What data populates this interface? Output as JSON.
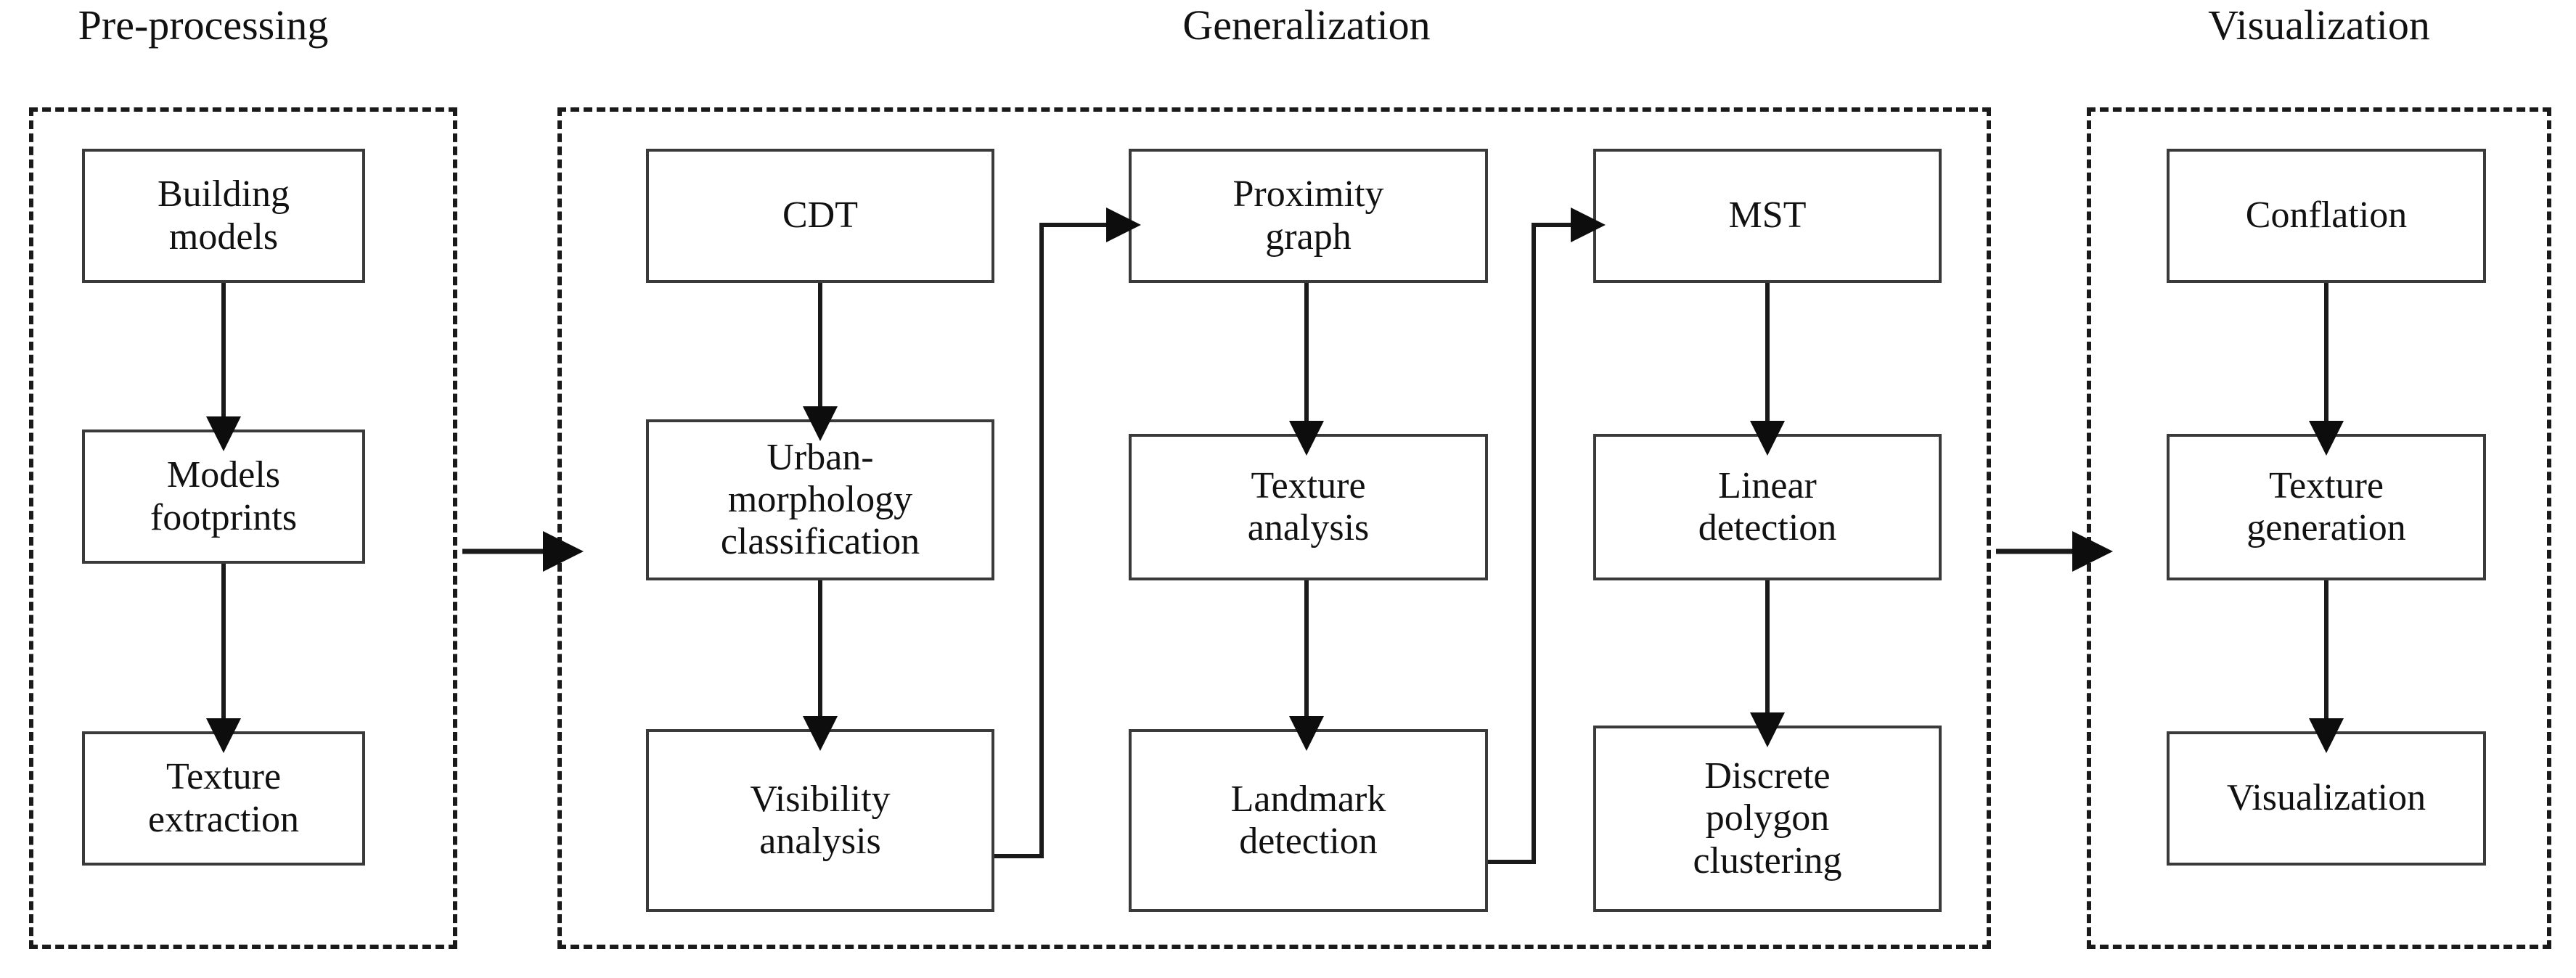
{
  "diagram": {
    "title_bar": "",
    "stages": [
      {
        "id": "pre-processing",
        "label": "Pre-processing",
        "nodes": [
          {
            "id": "building-models",
            "label": "Building models"
          },
          {
            "id": "models-footprints",
            "label": "Models footprints"
          },
          {
            "id": "texture-extraction",
            "label": "Texture extraction"
          }
        ]
      },
      {
        "id": "generalization",
        "label": "Generalization",
        "nodes": [
          {
            "id": "cdt",
            "label": "CDT"
          },
          {
            "id": "urban-morphology-classification",
            "label": "Urban-morphology classification"
          },
          {
            "id": "visibility-analysis",
            "label": "Visibility analysis"
          },
          {
            "id": "proximity-graph",
            "label": "Proximity graph"
          },
          {
            "id": "texture-analysis",
            "label": "Texture analysis"
          },
          {
            "id": "landmark-detection",
            "label": "Landmark detection"
          },
          {
            "id": "mst",
            "label": "MST"
          },
          {
            "id": "linear-detection",
            "label": "Linear detection"
          },
          {
            "id": "discrete-polygon-clustering",
            "label": "Discrete polygon clustering"
          }
        ]
      },
      {
        "id": "visualization",
        "label": "Visualization",
        "nodes": [
          {
            "id": "conflation",
            "label": "Conflation"
          },
          {
            "id": "texture-generation",
            "label": "Texture generation"
          },
          {
            "id": "visualization-node",
            "label": "Visualization"
          }
        ]
      }
    ],
    "node_lines": {
      "building-models": [
        "Building",
        "models"
      ],
      "models-footprints": [
        "Models",
        "footprints"
      ],
      "texture-extraction": [
        "Texture",
        "extraction"
      ],
      "cdt": [
        "CDT"
      ],
      "urban-morphology-classification": [
        "Urban-",
        "morphology",
        "classification"
      ],
      "visibility-analysis": [
        "Visibility",
        "analysis"
      ],
      "proximity-graph": [
        "Proximity",
        "graph"
      ],
      "texture-analysis": [
        "Texture",
        "analysis"
      ],
      "landmark-detection": [
        "Landmark",
        "detection"
      ],
      "mst": [
        "MST"
      ],
      "linear-detection": [
        "Linear",
        "detection"
      ],
      "discrete-polygon-clustering": [
        "Discrete",
        "polygon",
        "clustering"
      ],
      "conflation": [
        "Conflation"
      ],
      "texture-generation": [
        "Texture",
        "generation"
      ],
      "visualization-node": [
        "Visualization"
      ]
    },
    "edges": [
      {
        "from": "building-models",
        "to": "models-footprints",
        "kind": "vertical-arrow"
      },
      {
        "from": "models-footprints",
        "to": "texture-extraction",
        "kind": "vertical-arrow"
      },
      {
        "from": "pre-processing",
        "to": "generalization",
        "kind": "horizontal-arrow"
      },
      {
        "from": "cdt",
        "to": "urban-morphology-classification",
        "kind": "vertical-arrow"
      },
      {
        "from": "urban-morphology-classification",
        "to": "visibility-analysis",
        "kind": "vertical-arrow"
      },
      {
        "from": "visibility-analysis",
        "to": "proximity-graph",
        "kind": "elbow-arrow"
      },
      {
        "from": "proximity-graph",
        "to": "texture-analysis",
        "kind": "vertical-arrow"
      },
      {
        "from": "texture-analysis",
        "to": "landmark-detection",
        "kind": "vertical-arrow"
      },
      {
        "from": "landmark-detection",
        "to": "mst",
        "kind": "elbow-arrow"
      },
      {
        "from": "mst",
        "to": "linear-detection",
        "kind": "vertical-arrow"
      },
      {
        "from": "linear-detection",
        "to": "discrete-polygon-clustering",
        "kind": "vertical-arrow"
      },
      {
        "from": "generalization",
        "to": "visualization",
        "kind": "horizontal-arrow"
      },
      {
        "from": "conflation",
        "to": "texture-generation",
        "kind": "vertical-arrow"
      },
      {
        "from": "texture-generation",
        "to": "visualization-node",
        "kind": "vertical-arrow"
      }
    ],
    "colors": {
      "stroke": "#1a1a1a",
      "node_border": "#3a3a3a",
      "background": "#ffffff",
      "text": "#111111"
    }
  }
}
